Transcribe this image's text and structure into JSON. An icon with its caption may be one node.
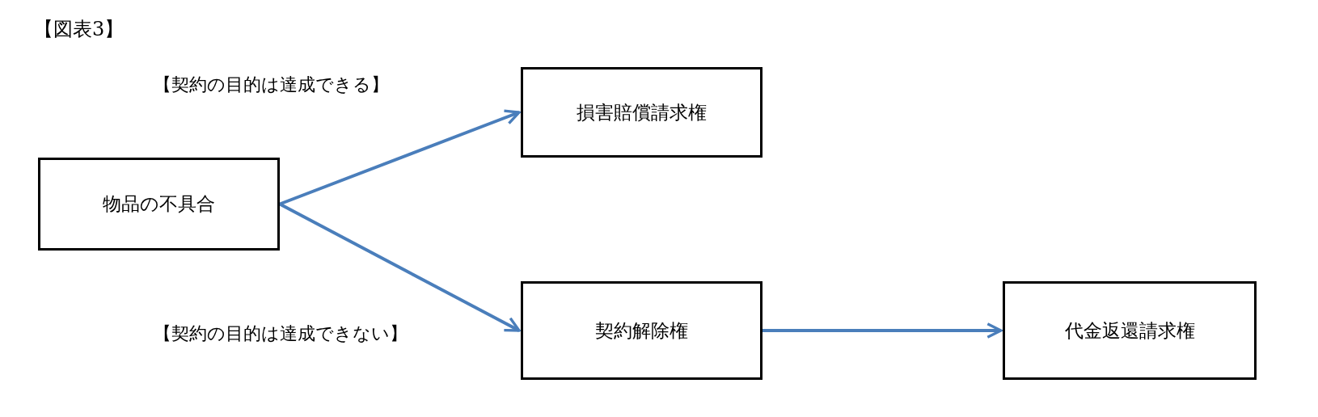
{
  "diagram": {
    "title": "【図表3】",
    "nodes": [
      {
        "text": [
          "物品の不具合"
        ]
      },
      {
        "text": [
          "損害賠償請求権"
        ]
      },
      {
        "text": [
          "契約解除権"
        ]
      },
      {
        "text": [
          "代金返還請求権"
        ]
      }
    ],
    "edges": [
      {
        "from": 0,
        "to": 1,
        "arrow": "to"
      },
      {
        "from": 0,
        "to": 2,
        "arrow": "to"
      },
      {
        "from": 2,
        "to": 3,
        "arrow": "to"
      }
    ],
    "labels": [
      "【契約の目的は達成できる】",
      "【契約の目的は達成できない】"
    ]
  }
}
